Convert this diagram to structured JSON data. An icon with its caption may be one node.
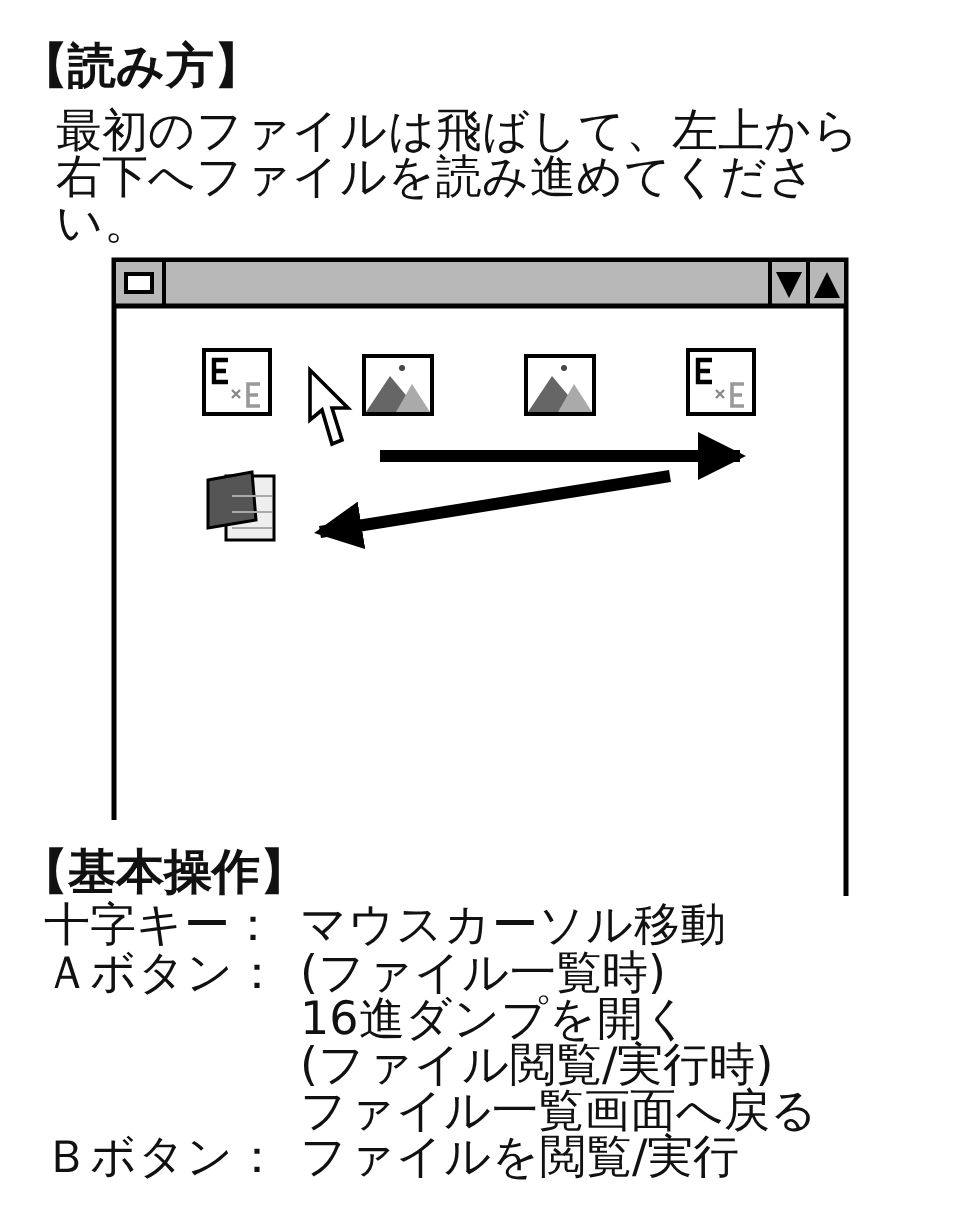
{
  "diagram": {
    "labels": [
      "【読み方】",
      "最初のファイルは飛ばして、左上から右下へファイルを読み進めてください。",
      "【基本操作】",
      "十字キー：",
      "マウスカーソル移動",
      "Ａボタン：",
      "(ファイル一覧時)",
      "16進ダンプを開く",
      "(ファイル閲覧/実行時)",
      "ファイル一覧画面へ戻る",
      "Ｂボタン：",
      "ファイルを閲覧/実行"
    ]
  }
}
